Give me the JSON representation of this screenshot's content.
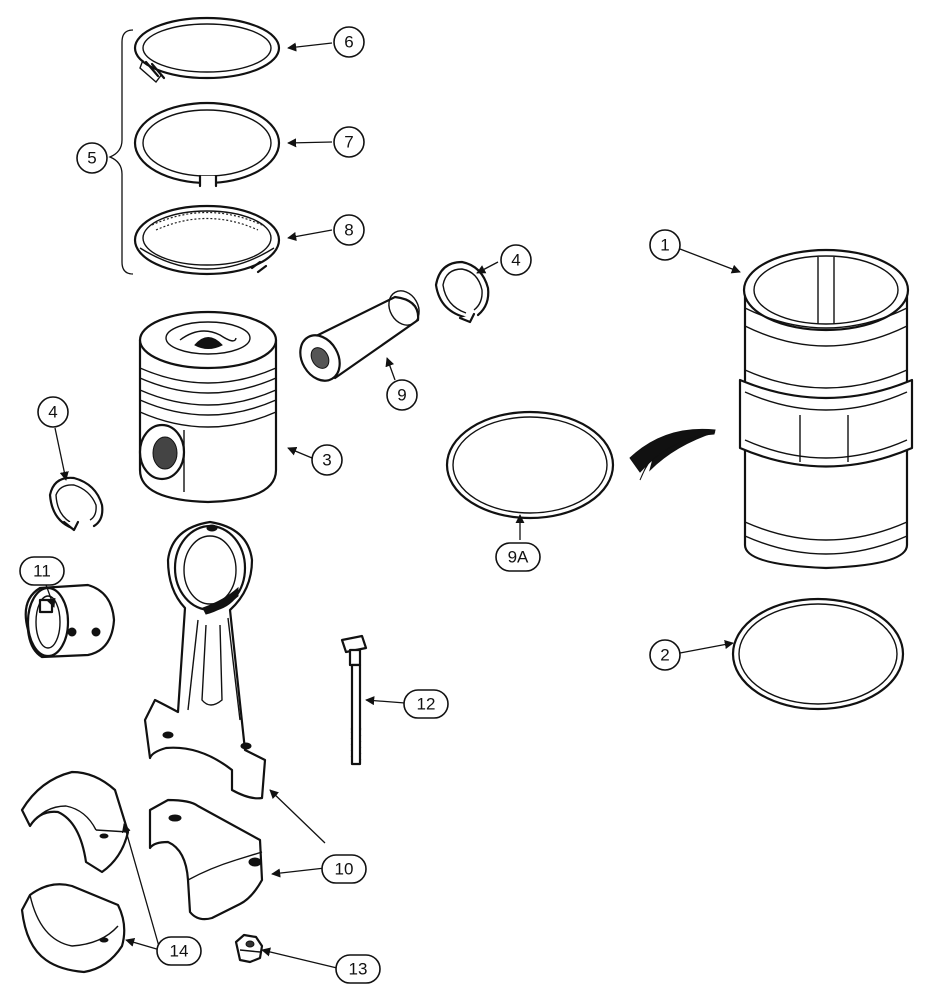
{
  "diagram": {
    "colors": {
      "line": "#111111",
      "background": "#ffffff"
    },
    "callouts": [
      {
        "id": "c1",
        "label": "1"
      },
      {
        "id": "c2",
        "label": "2"
      },
      {
        "id": "c3",
        "label": "3"
      },
      {
        "id": "c4a",
        "label": "4"
      },
      {
        "id": "c4b",
        "label": "4"
      },
      {
        "id": "c5",
        "label": "5"
      },
      {
        "id": "c6",
        "label": "6"
      },
      {
        "id": "c7",
        "label": "7"
      },
      {
        "id": "c8",
        "label": "8"
      },
      {
        "id": "c9",
        "label": "9"
      },
      {
        "id": "c9a",
        "label": "9A"
      },
      {
        "id": "c10a",
        "label": "10"
      },
      {
        "id": "c10b",
        "label": "10"
      },
      {
        "id": "c11",
        "label": "11"
      },
      {
        "id": "c12",
        "label": "12"
      },
      {
        "id": "c13",
        "label": "13"
      },
      {
        "id": "c14",
        "label": "14"
      }
    ]
  }
}
